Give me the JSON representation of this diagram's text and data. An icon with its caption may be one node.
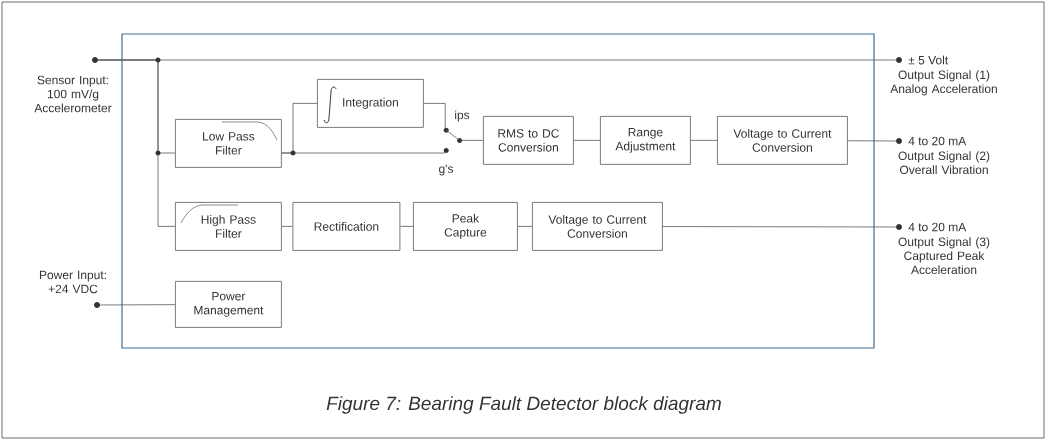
{
  "diagram": {
    "caption": "Figure 7: Bearing Fault Detector block diagram",
    "nodes": [
      {
        "text": [],
        "shape": "box"
      },
      {
        "text": [],
        "shape": "circle",
        "beside": [
          "Sensor Input: 100 mV/g Accelerometer"
        ]
      },
      {
        "text": [
          "Low Pass Filter"
        ],
        "in": 0
      },
      {
        "text": [
          "Integration"
        ],
        "in": 0
      },
      {
        "text": [],
        "shape": "switch",
        "in": 0
      },
      {
        "text": [
          "RMS to DC Conversion"
        ],
        "in": 0
      },
      {
        "text": [
          "Range Adjustment"
        ],
        "in": 0
      },
      {
        "text": [
          "Voltage to Current Conversion"
        ],
        "in": 0
      },
      {
        "text": [
          "High Pass Filter"
        ],
        "in": 0
      },
      {
        "text": [
          "Rectification"
        ],
        "in": 0
      },
      {
        "text": [
          "Peak Capture"
        ],
        "in": 0
      },
      {
        "text": [
          "Voltage to Current Conversion"
        ],
        "in": 0
      },
      {
        "text": [],
        "shape": "circle",
        "beside": [
          "Power Input: +24 VDC"
        ]
      },
      {
        "text": [
          "Power Management"
        ],
        "in": 0
      },
      {
        "text": [],
        "shape": "circle",
        "beside": [
          "± 5 Volt",
          "Output Signal (1) Analog Acceleration"
        ]
      },
      {
        "text": [],
        "shape": "circle",
        "beside": [
          "4 to 20 mA",
          "Output Signal (2) Overall Vibration"
        ]
      },
      {
        "text": [],
        "shape": "circle",
        "beside": [
          "4 to 20 mA",
          "Output Signal (3) Captured Peak Acceleration"
        ]
      }
    ],
    "edges": [
      {
        "from": 1,
        "to": 14,
        "arrow": "none"
      },
      {
        "from": 1,
        "to": 2,
        "arrow": "none"
      },
      {
        "from": 1,
        "to": 8,
        "arrow": "none"
      },
      {
        "from": 2,
        "to": 3,
        "arrow": "none"
      },
      {
        "from": 2,
        "to": 4,
        "arrow": "none"
      },
      {
        "from": 3,
        "to": 4,
        "arrow": "none"
      },
      {
        "from": 4,
        "to": 5,
        "arrow": "none"
      },
      {
        "from": 5,
        "to": 6,
        "arrow": "none"
      },
      {
        "from": 6,
        "to": 7,
        "arrow": "none"
      },
      {
        "from": 7,
        "to": 15,
        "arrow": "none"
      },
      {
        "from": 8,
        "to": 9,
        "arrow": "none"
      },
      {
        "from": 9,
        "to": 10,
        "arrow": "none"
      },
      {
        "from": 10,
        "to": 11,
        "arrow": "none"
      },
      {
        "from": 11,
        "to": 16,
        "arrow": "none"
      },
      {
        "from": 12,
        "to": 13,
        "arrow": "none"
      }
    ],
    "labels": [
      "ips",
      "g's"
    ]
  }
}
